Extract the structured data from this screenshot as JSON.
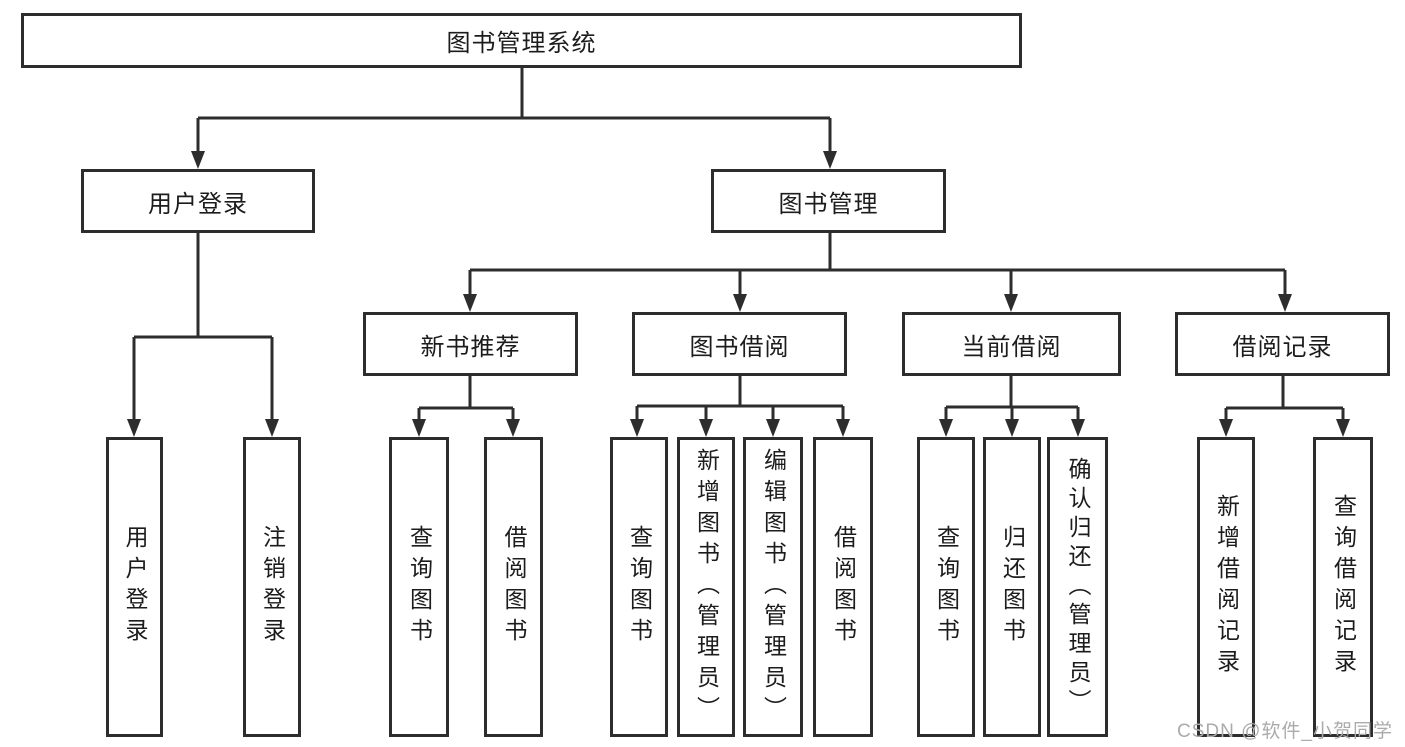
{
  "diagram": {
    "root": {
      "label": "图书管理系统"
    },
    "level2": [
      {
        "label": "用户登录"
      },
      {
        "label": "图书管理"
      }
    ],
    "level3": [
      {
        "label": "新书推荐"
      },
      {
        "label": "图书借阅"
      },
      {
        "label": "当前借阅"
      },
      {
        "label": "借阅记录"
      }
    ],
    "leaves": {
      "user": [
        "用户登录",
        "注销登录"
      ],
      "newbook": [
        "查询图书",
        "借阅图书"
      ],
      "borrow": [
        "查询图书",
        "新增图书（管理员）",
        "编辑图书（管理员）",
        "借阅图书"
      ],
      "current": [
        "查询图书",
        "归还图书",
        "确认归还（管理员）"
      ],
      "records": [
        "新增借阅记录",
        "查询借阅记录"
      ]
    }
  },
  "watermark": {
    "text": "CSDN @软件_小贺同学"
  },
  "colors": {
    "line": "#2d2d2d",
    "text": "#1c1c1c",
    "background": "#ffffff",
    "watermark": "#ababab"
  }
}
